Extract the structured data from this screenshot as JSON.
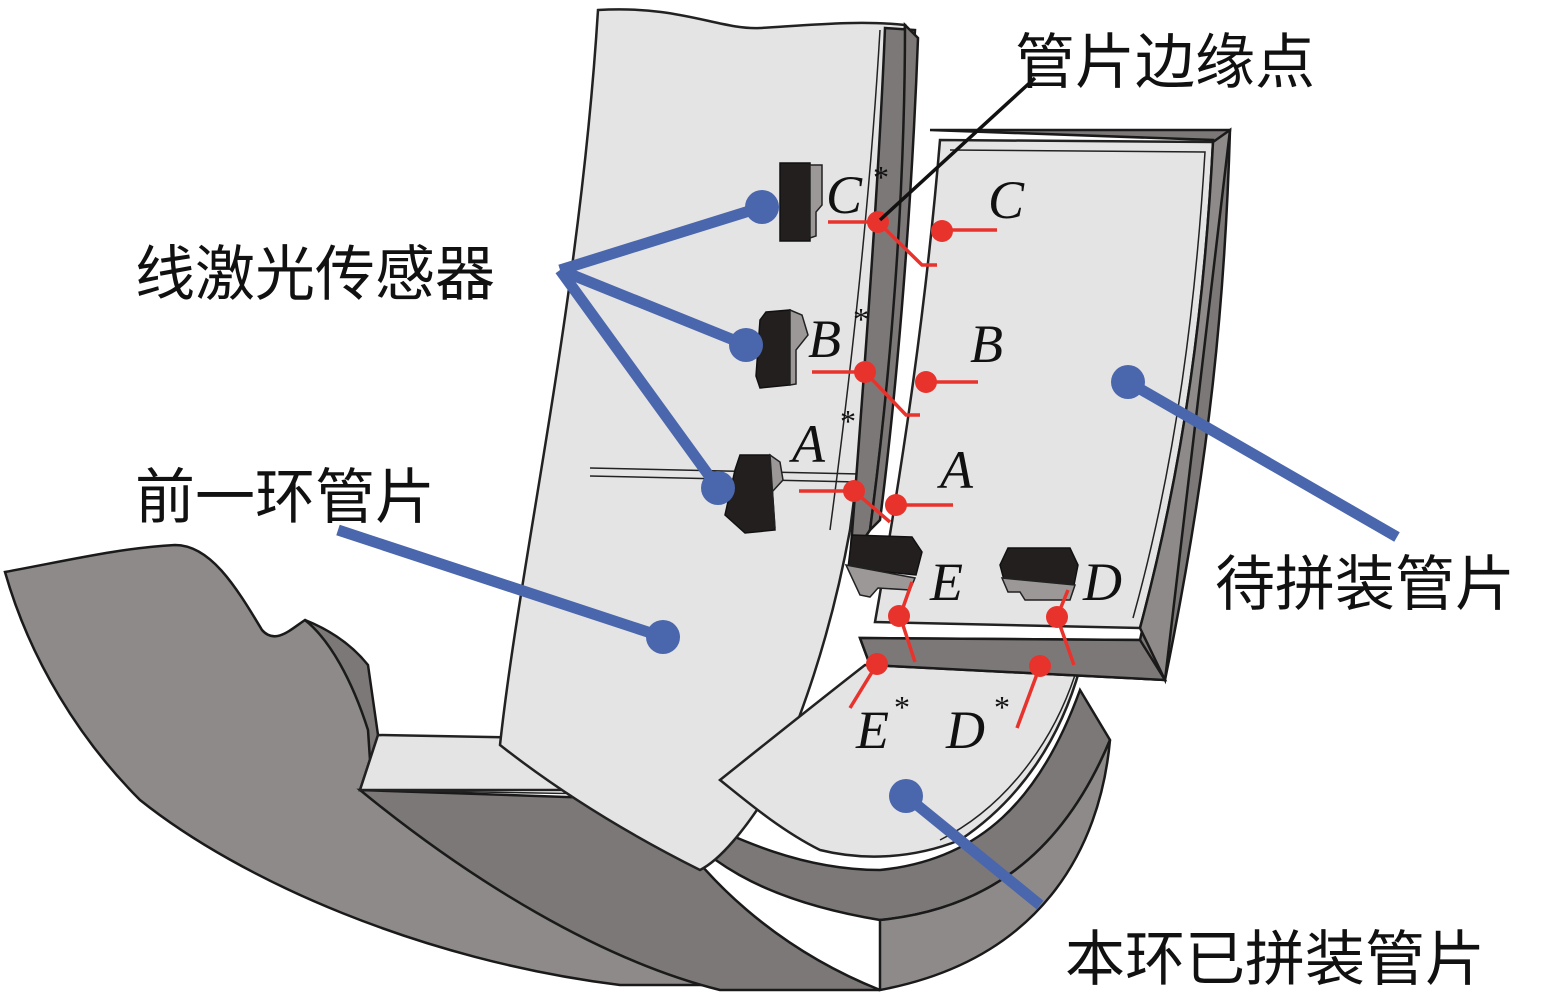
{
  "figure": {
    "labels": {
      "edge_point": "管片边缘点",
      "line_laser_sensor": "线激光传感器",
      "previous_ring_segment": "前一环管片",
      "segment_to_assemble": "待拼装管片",
      "current_ring_assembled_segment": "本环已拼装管片"
    },
    "points": {
      "C": "C",
      "C_star": "C",
      "B": "B",
      "B_star": "B",
      "A": "A",
      "A_star": "A",
      "E": "E",
      "E_star": "E",
      "D": "D",
      "D_star": "D",
      "star_symbol": "*"
    },
    "colors": {
      "laser_red": "#e8332d",
      "leader_blue": "#4a66ad",
      "concrete_face": "#e4e4e4",
      "segment_side": "#7d7878"
    }
  }
}
